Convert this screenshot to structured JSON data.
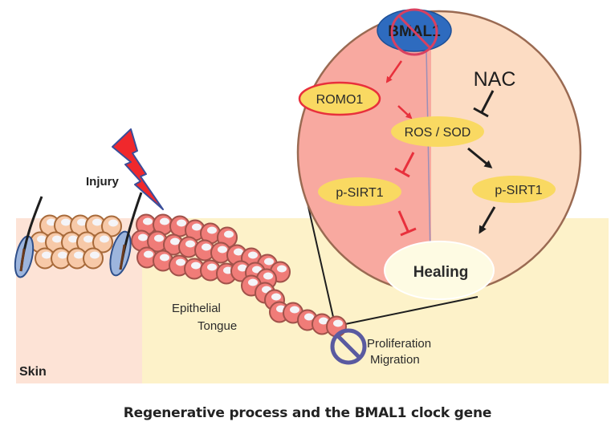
{
  "figure": {
    "caption": "Regenerative process and the BMAL1 clock gene",
    "colors": {
      "skin_bg": "#fde3d6",
      "wound_bg": "#fdf2c9",
      "skin_cell": "#f7c9a8",
      "skin_cell_stroke": "#a86a3a",
      "wound_cell": "#f07c78",
      "wound_cell_stroke": "#a0524a",
      "circle_left": "#f8a9a0",
      "circle_right": "#fcdcc3",
      "node_yellow": "#f9d962",
      "bmal1_blue": "#2e6bbf",
      "inhibit_red": "#e8303c",
      "prohibit_blue": "#5a5aa0",
      "bolt_red": "#f0282c"
    },
    "labels": {
      "skin": "Skin",
      "injury": "Injury",
      "epithelial_tongue": [
        "Epithelial",
        "Tongue"
      ],
      "proliferation": "Proliferation",
      "migration": "Migration"
    },
    "pathway": {
      "bmal1": "BMAL1",
      "romo1": "ROMO1",
      "ros_sod": "ROS / SOD",
      "nac": "NAC",
      "p_sirt1_left": "p-SIRT1",
      "p_sirt1_right": "p-SIRT1",
      "healing": "Healing"
    },
    "icons": [
      "lightning-bolt-icon",
      "prohibited-icon",
      "hair-follicle-icon"
    ]
  }
}
